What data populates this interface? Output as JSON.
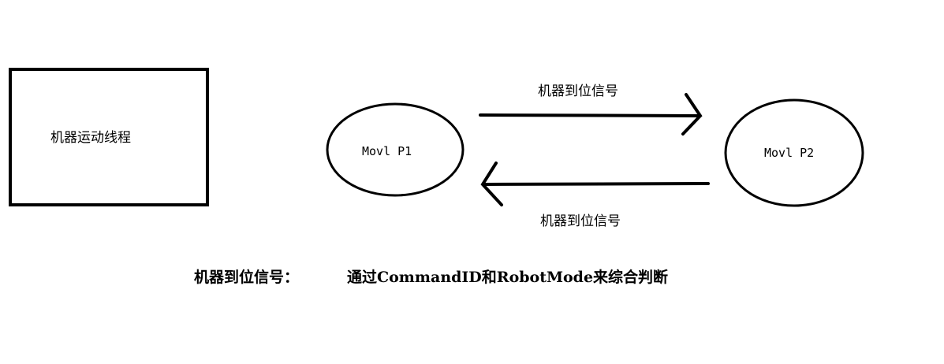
{
  "thread_box": {
    "label": "机器运动线程"
  },
  "nodes": {
    "p1": {
      "label": "Movl P1"
    },
    "p2": {
      "label": "Movl P2"
    }
  },
  "arrows": {
    "forward": {
      "label": "机器到位信号"
    },
    "backward": {
      "label": "机器到位信号"
    }
  },
  "note": {
    "term": "机器到位信号：",
    "description": "通过CommandID和RobotMode来综合判断"
  }
}
